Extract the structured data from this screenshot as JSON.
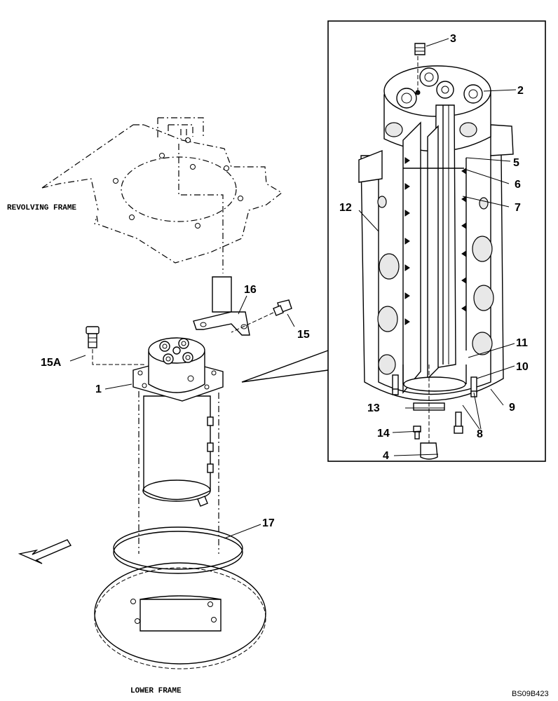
{
  "callouts": {
    "c1": "1",
    "c2": "2",
    "c3": "3",
    "c4": "4",
    "c5": "5",
    "c6": "6",
    "c7": "7",
    "c8": "8",
    "c9": "9",
    "c10": "10",
    "c11": "11",
    "c12": "12",
    "c13": "13",
    "c14": "14",
    "c15": "15",
    "c15a": "15A",
    "c16": "16",
    "c17": "17"
  },
  "labels": {
    "revolving_frame": "REVOLVING FRAME",
    "lower_frame": "LOWER FRAME",
    "drawing_code": "BS09B423"
  }
}
